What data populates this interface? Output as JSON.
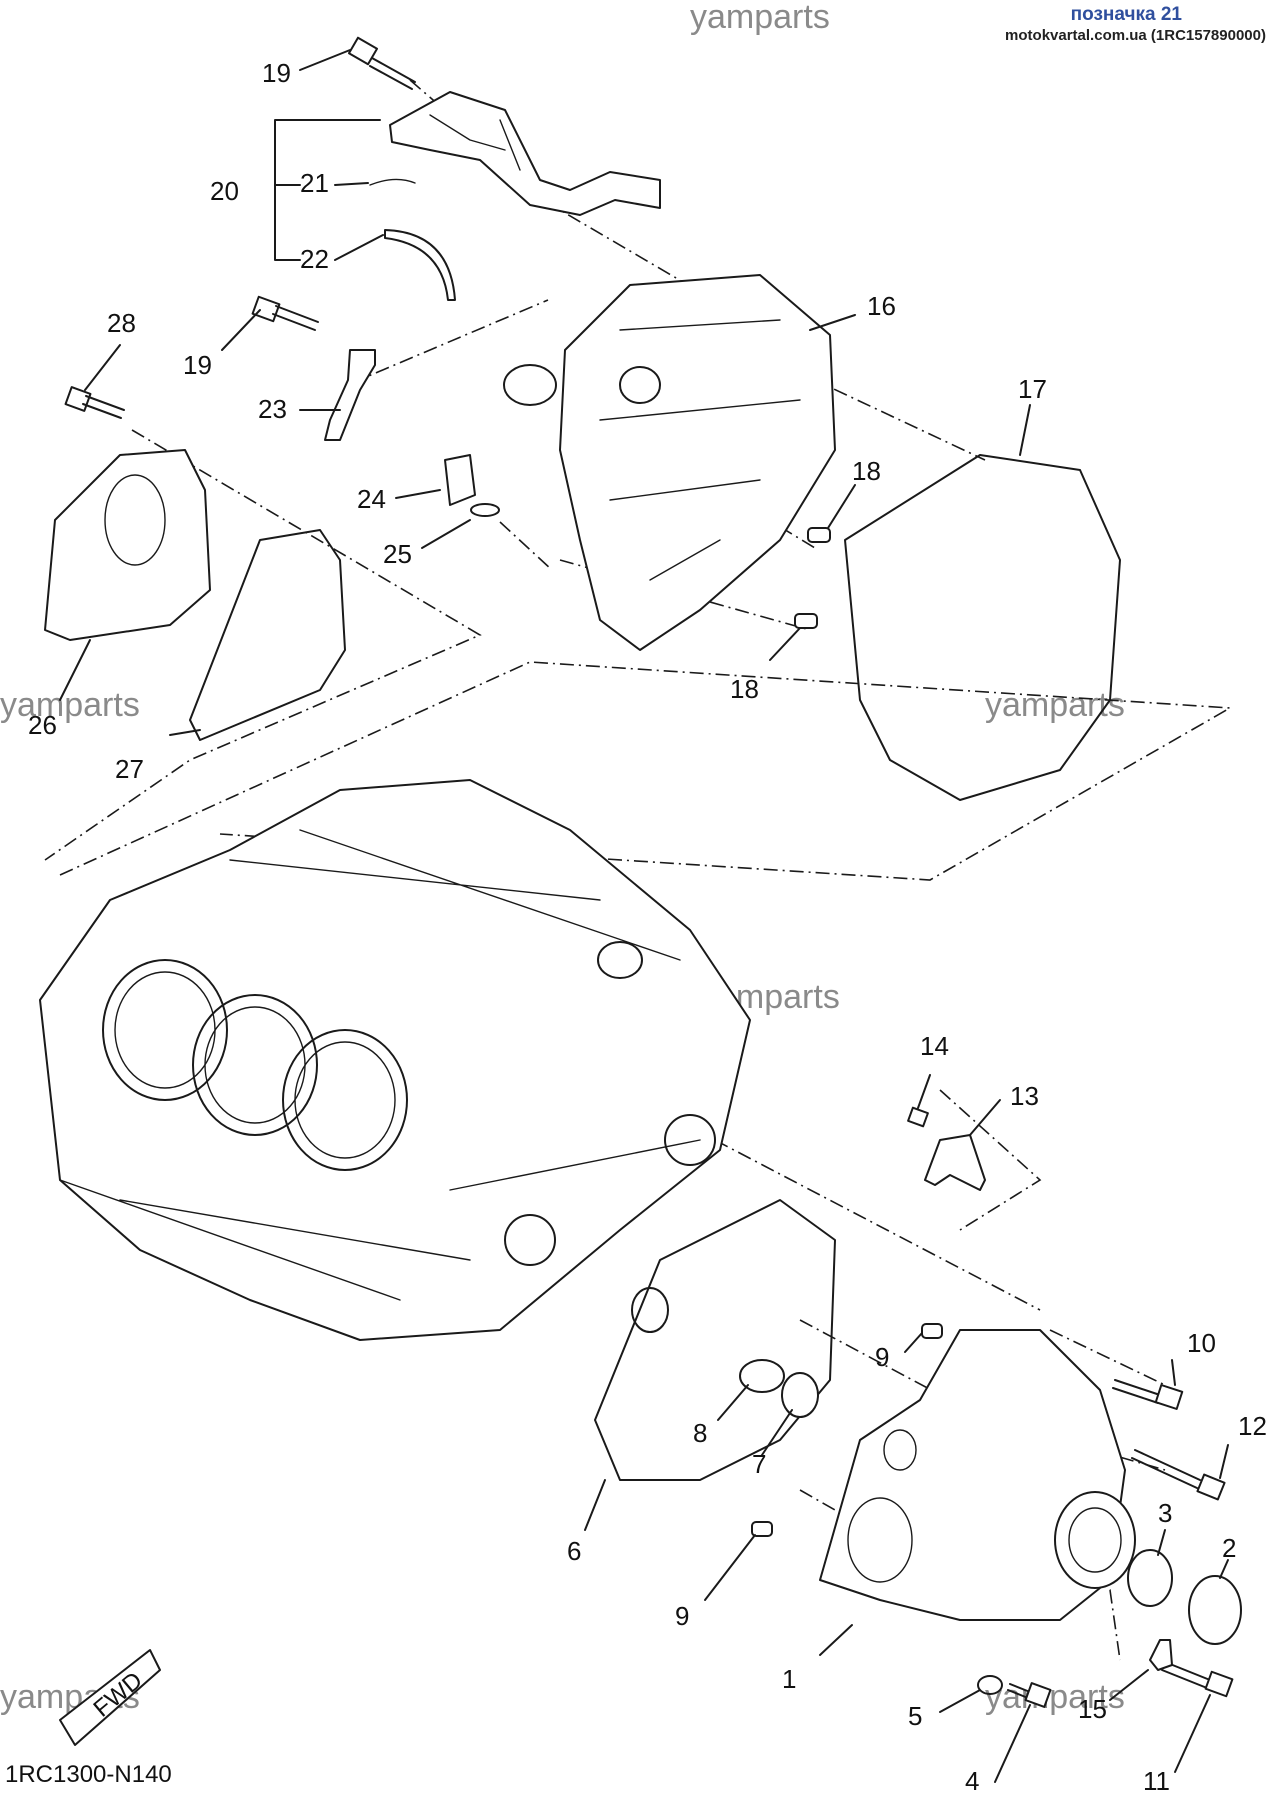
{
  "header": {
    "badge": "позначка 21",
    "site": "motokvartal.com.ua (1RC157890000)"
  },
  "watermark": "yamparts",
  "diagram_code": "1RC1300-N140",
  "fwd_label": "FWD",
  "callouts": [
    "19",
    "20",
    "21",
    "22",
    "19",
    "23",
    "28",
    "24",
    "25",
    "26",
    "27",
    "16",
    "17",
    "18",
    "18",
    "14",
    "13",
    "10",
    "9",
    "12",
    "8",
    "7",
    "3",
    "2",
    "6",
    "9",
    "1",
    "5",
    "15",
    "4",
    "11"
  ]
}
